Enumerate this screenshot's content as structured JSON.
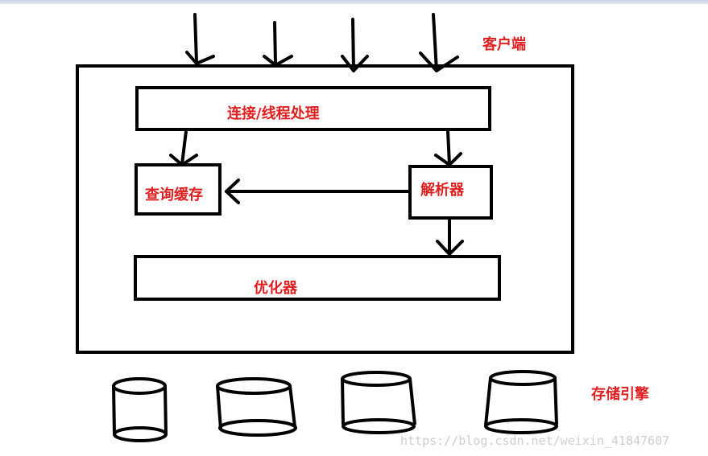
{
  "labels": {
    "client": "客户端",
    "connection": "连接/线程处理",
    "query_cache": "查询缓存",
    "parser": "解析器",
    "optimizer": "优化器",
    "storage_engine": "存储引擎"
  },
  "watermark": "https://blog.csdn.net/weixin_41847607",
  "colors": {
    "label": "#e02020",
    "stroke": "#000000",
    "watermark": "#cfcfcf"
  }
}
